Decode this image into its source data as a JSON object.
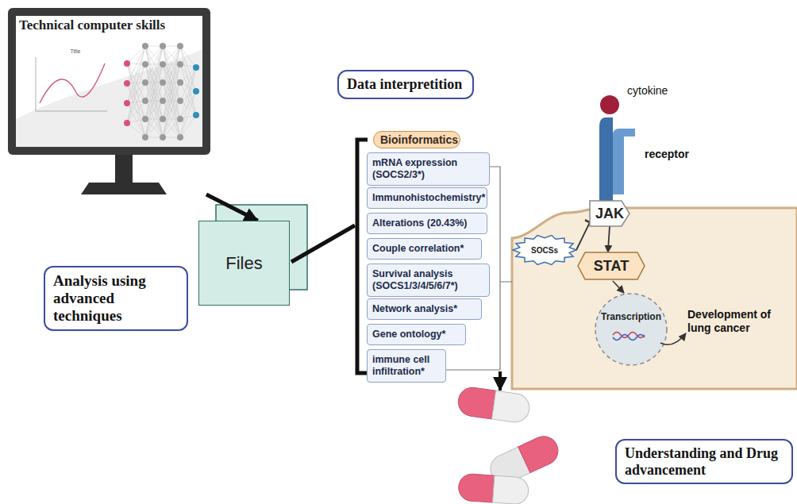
{
  "diagram": {
    "nodes": [
      {
        "text": [
          "Technical computer skills"
        ]
      },
      {
        "text": [
          "Files"
        ]
      },
      {
        "text": [
          "Analysis using advanced techniques"
        ]
      },
      {
        "text": [
          "Data interpretition"
        ]
      },
      {
        "text": [
          "Bioinformatics"
        ]
      },
      {
        "text": [
          "mRNA expression (SOCS2/3*)"
        ]
      },
      {
        "text": [
          "Immunohistochemistry*"
        ]
      },
      {
        "text": [
          "Alterations (20.43%)"
        ]
      },
      {
        "text": [
          "Couple correlation*"
        ]
      },
      {
        "text": [
          "Survival analysis (SOCS1/3/4/5/6/7*)"
        ]
      },
      {
        "text": [
          "Network analysis*"
        ]
      },
      {
        "text": [
          "Gene ontology*"
        ]
      },
      {
        "text": [
          "immune cell infiltration*"
        ]
      },
      {
        "text": [
          "JAK"
        ]
      },
      {
        "text": [
          "SOCSs"
        ]
      },
      {
        "text": [
          "STAT"
        ]
      },
      {
        "text": [
          "Understanding and Drug advancement"
        ]
      }
    ],
    "edges": [
      {
        "from": 0,
        "to": 1,
        "arrow": "to"
      },
      {
        "from": 14,
        "to": 13,
        "arrow": "to"
      },
      {
        "from": 13,
        "to": 15,
        "arrow": "to"
      }
    ],
    "labels": [
      "Title",
      "cytokine",
      "receptor",
      "Transcription",
      "Development of lung cancer"
    ]
  }
}
